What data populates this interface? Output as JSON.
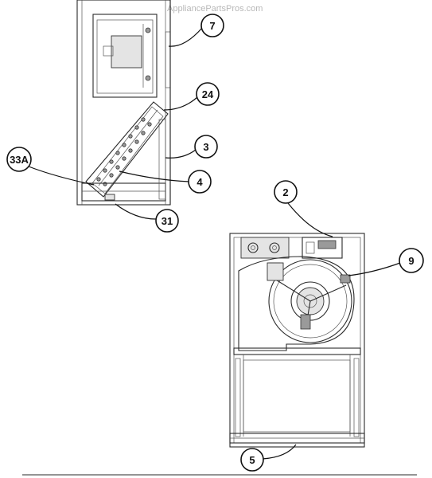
{
  "watermark": "AppliancePartsPros.com",
  "callouts": [
    {
      "label": "7"
    },
    {
      "label": "24"
    },
    {
      "label": "3"
    },
    {
      "label": "33A"
    },
    {
      "label": "4"
    },
    {
      "label": "31"
    },
    {
      "label": "2"
    },
    {
      "label": "9"
    },
    {
      "label": "5"
    }
  ]
}
